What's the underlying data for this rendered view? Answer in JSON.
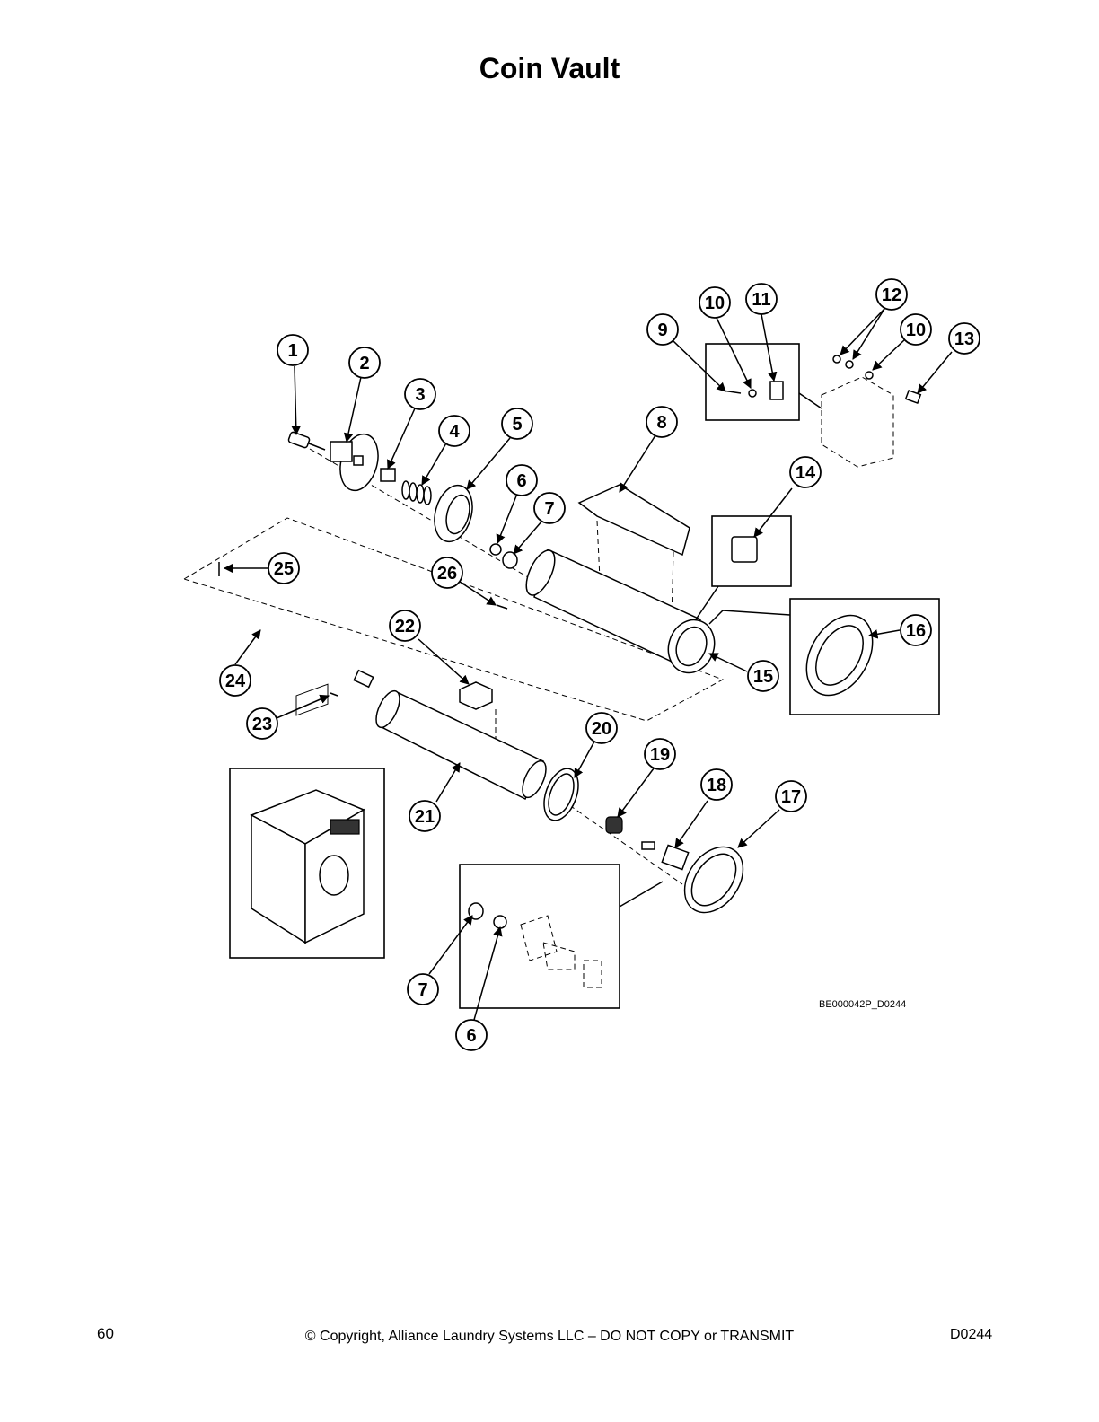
{
  "page": {
    "title": "Coin Vault",
    "page_number": "60",
    "copyright": "© Copyright, Alliance Laundry Systems LLC – DO NOT COPY or TRANSMIT",
    "doc_code": "D0244"
  },
  "diagram": {
    "drawing_code": "BE000042P_D0244",
    "callouts": [
      "1",
      "2",
      "3",
      "4",
      "5",
      "6",
      "7",
      "8",
      "9",
      "10",
      "11",
      "12",
      "10",
      "13",
      "14",
      "15",
      "16",
      "17",
      "18",
      "19",
      "20",
      "21",
      "22",
      "23",
      "24",
      "25",
      "26",
      "7",
      "6"
    ]
  }
}
